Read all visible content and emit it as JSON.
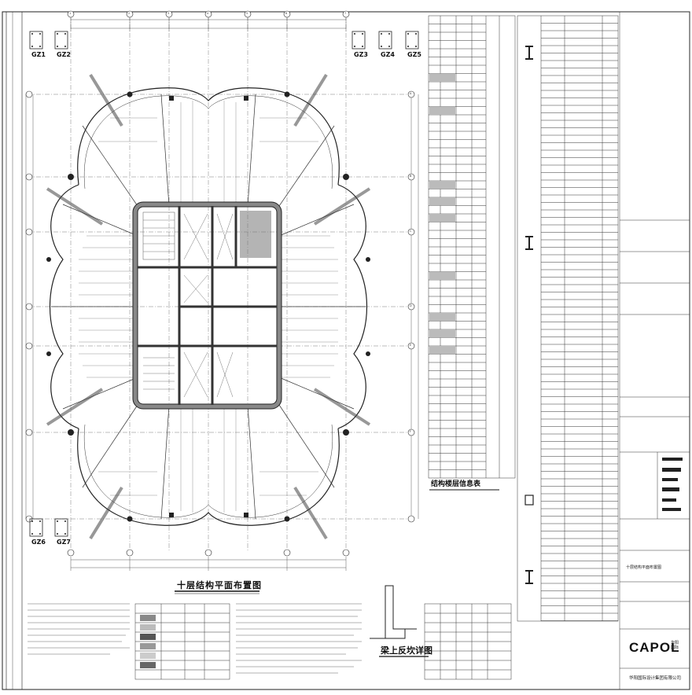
{
  "drawing": {
    "title": "十层结构平面布置图",
    "beam_detail_title": "梁上反坎详图",
    "floor_table_title": "结构楼层信息表",
    "column_labels_top_left": [
      "GZ1",
      "GZ2"
    ],
    "column_labels_top_right": [
      "GZ3",
      "GZ4",
      "GZ5"
    ],
    "column_labels_bottom_left": [
      "GZ6",
      "GZ7"
    ],
    "grid_numbers_top": [
      "1",
      "2",
      "3",
      "4",
      "5",
      "6",
      "7"
    ],
    "grid_numbers_right": [
      "A",
      "B",
      "C",
      "D",
      "E",
      "F"
    ]
  },
  "titleblock": {
    "logo": "CAPOL",
    "logo_sub": "华阳国际",
    "company": "华阳国际设计集团有限公司",
    "drawing_name": "十层结构平面布置图"
  },
  "colors": {
    "line": "#1a1a1a",
    "shade": "#555555",
    "hatch": "#999999",
    "paper": "#ffffff"
  }
}
